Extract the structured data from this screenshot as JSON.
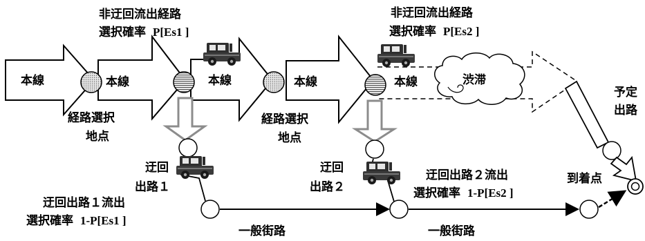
{
  "main_lines": [
    {
      "label": "本線"
    },
    {
      "label": "本線"
    },
    {
      "label": "本線"
    },
    {
      "label": "本線"
    },
    {
      "label": "本線"
    }
  ],
  "non_detour_prob_1": {
    "line1": "非迂回流出経路",
    "line2_jp": "選択確率",
    "line2_expr": "P[Es1 ]"
  },
  "non_detour_prob_2": {
    "line1": "非迂回流出経路",
    "line2_jp": "選択確率",
    "line2_expr": "P[Es2 ]"
  },
  "route_point_1": {
    "line1": "経路選択",
    "line2": "地点"
  },
  "route_point_2": {
    "line1": "経路選択",
    "line2": "地点"
  },
  "congestion": "渋滞",
  "planned_exit": {
    "line1": "予定",
    "line2": "出路"
  },
  "detour_exit_1": {
    "line1": "迂回",
    "line2": "出路１"
  },
  "detour_exit_2": {
    "line1": "迂回",
    "line2": "出路２"
  },
  "detour_prob_1": {
    "line1": "迂回出路１流出",
    "line2_jp": "選択確率",
    "line2_expr": "1-P[Es1 ]"
  },
  "detour_prob_2": {
    "line1": "迂回出路２流出",
    "line2_jp": "選択確率",
    "line2_expr": "1-P[Es2 ]"
  },
  "arrival_point": "到着点",
  "general_road_1": "一般街路",
  "general_road_2": "一般街路",
  "icons": [
    "car-icon",
    "car-icon",
    "car-icon",
    "car-icon",
    "congestion-cloud-icon"
  ]
}
